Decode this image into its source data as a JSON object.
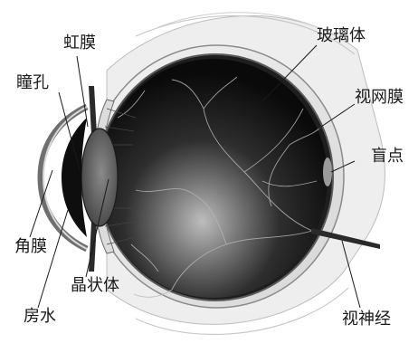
{
  "labels": {
    "iris": "虹膜",
    "pupil": "瞳孔",
    "cornea": "角膜",
    "aqueous_humor": "房水",
    "lens": "晶状体",
    "vitreous_body": "玻璃体",
    "retina": "视网膜",
    "blind_spot": "盲点",
    "optic_nerve": "视神经"
  }
}
